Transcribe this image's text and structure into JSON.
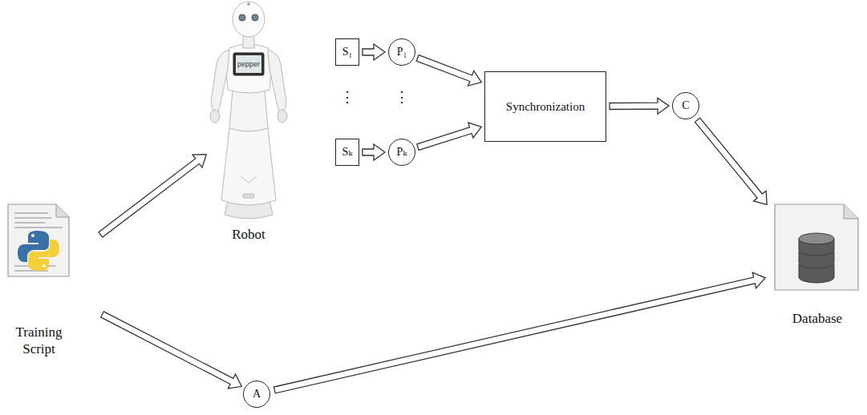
{
  "diagram": {
    "nodes": [
      {
        "text": [
          "Training Script"
        ]
      },
      {
        "text": [
          "Robot"
        ]
      },
      {
        "text": [
          "S₁"
        ]
      },
      {
        "text": [
          "P₁"
        ]
      },
      {
        "text": [
          "Sₖ"
        ]
      },
      {
        "text": [
          "Pₖ"
        ]
      },
      {
        "text": [
          "Synchronization"
        ]
      },
      {
        "text": [
          "C"
        ]
      },
      {
        "text": [
          "A"
        ]
      },
      {
        "text": [
          "Database"
        ]
      }
    ],
    "edges": [
      {
        "from": 0,
        "to": 1,
        "arrow": "to"
      },
      {
        "from": 0,
        "to": 8,
        "arrow": "to"
      },
      {
        "from": 2,
        "to": 3,
        "arrow": "to"
      },
      {
        "from": 4,
        "to": 5,
        "arrow": "to"
      },
      {
        "from": 3,
        "to": 6,
        "arrow": "to"
      },
      {
        "from": 5,
        "to": 6,
        "arrow": "to"
      },
      {
        "from": 6,
        "to": 7,
        "arrow": "to"
      },
      {
        "from": 7,
        "to": 9,
        "arrow": "to"
      },
      {
        "from": 8,
        "to": 9,
        "arrow": "to"
      }
    ],
    "labels": [
      "pepper",
      "⋮",
      "⋮"
    ]
  }
}
